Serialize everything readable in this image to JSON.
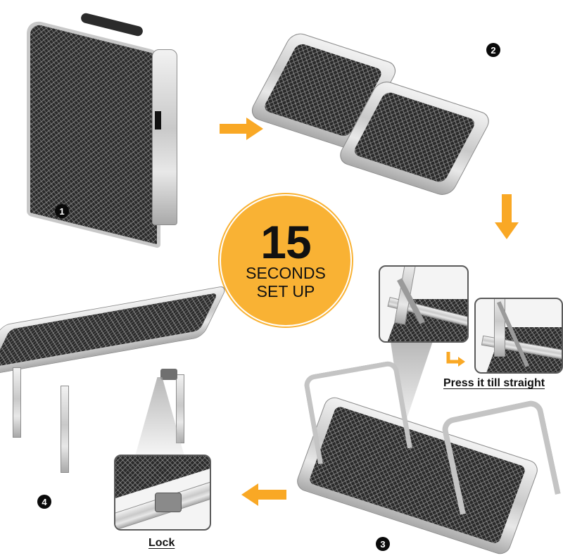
{
  "badge": {
    "number": "15",
    "line1": "SECONDS",
    "line2": "SET UP",
    "color": "#f9b234"
  },
  "steps": [
    {
      "number": "1",
      "description": "folded-table-case"
    },
    {
      "number": "2",
      "description": "table-opened-flat"
    },
    {
      "number": "3",
      "description": "legs-unfolded"
    },
    {
      "number": "4",
      "description": "table-standing-locked"
    }
  ],
  "captions": {
    "press": "Press it till straight",
    "lock": "Lock"
  },
  "arrows": {
    "color": "#f9a825",
    "directions": [
      "right",
      "down",
      "left",
      "bent-right"
    ]
  }
}
